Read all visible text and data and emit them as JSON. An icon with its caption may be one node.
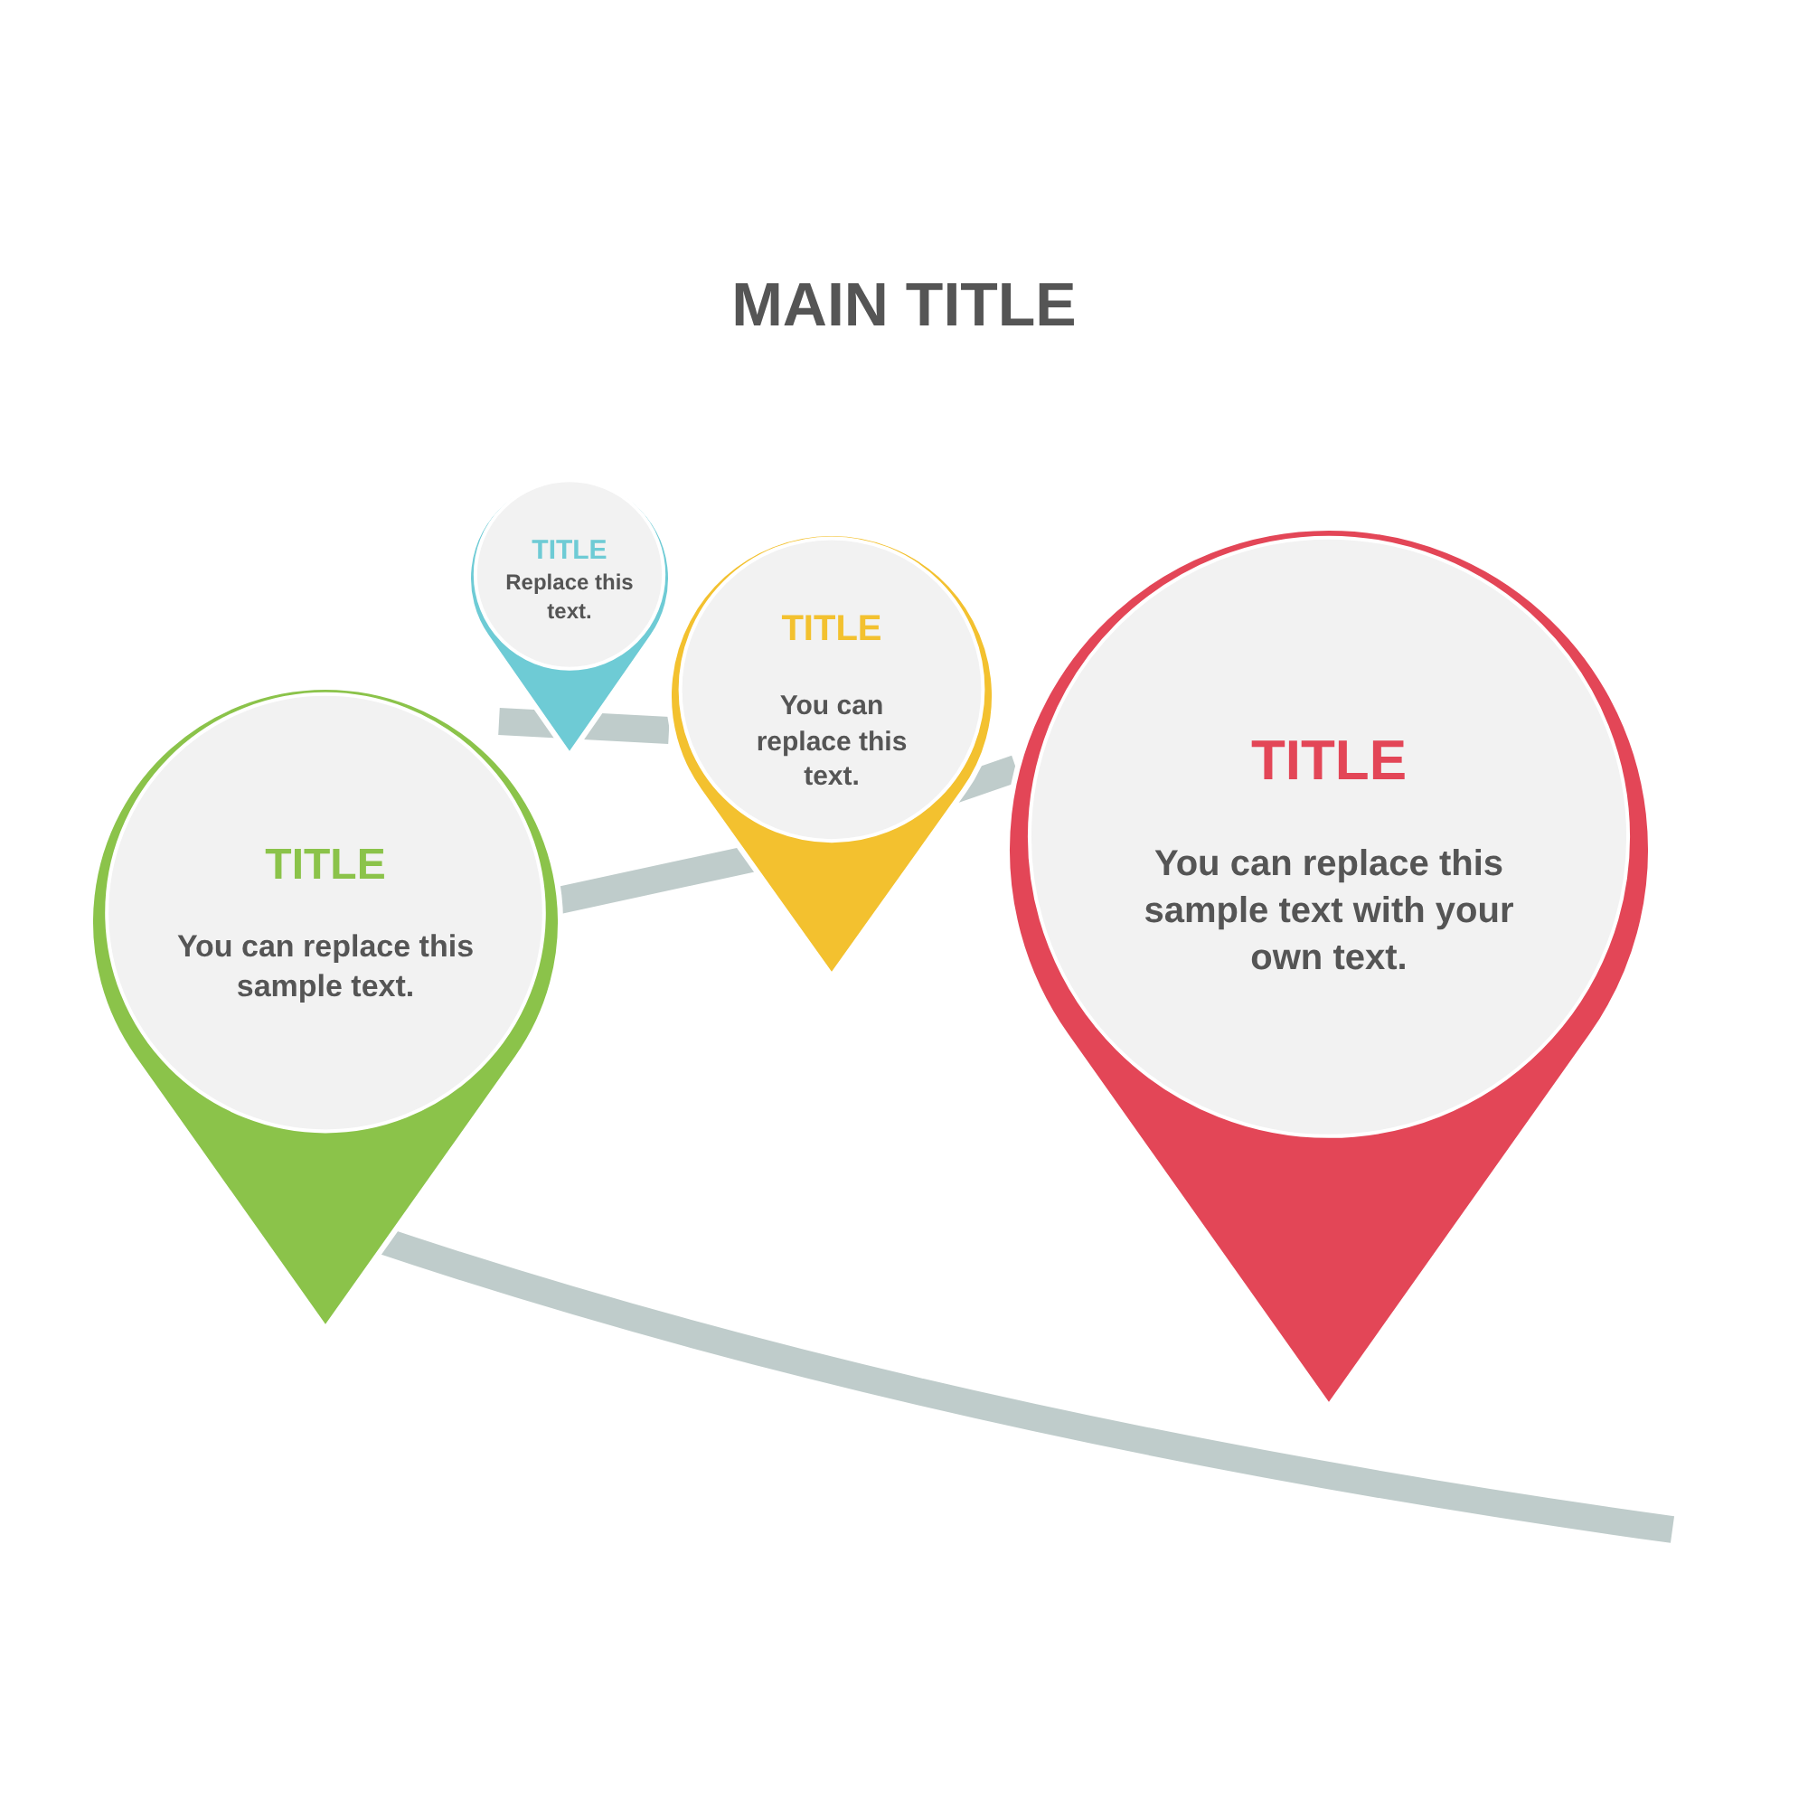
{
  "diagram": {
    "title": "MAIN TITLE",
    "nodes": [
      {
        "text": [
          "TITLE",
          "You can replace this sample text."
        ]
      },
      {
        "text": [
          "TITLE",
          "Replace this text."
        ]
      },
      {
        "text": [
          "TITLE",
          "You can replace this text."
        ]
      },
      {
        "text": [
          "TITLE",
          "You can replace this sample text with your own text."
        ]
      }
    ]
  }
}
